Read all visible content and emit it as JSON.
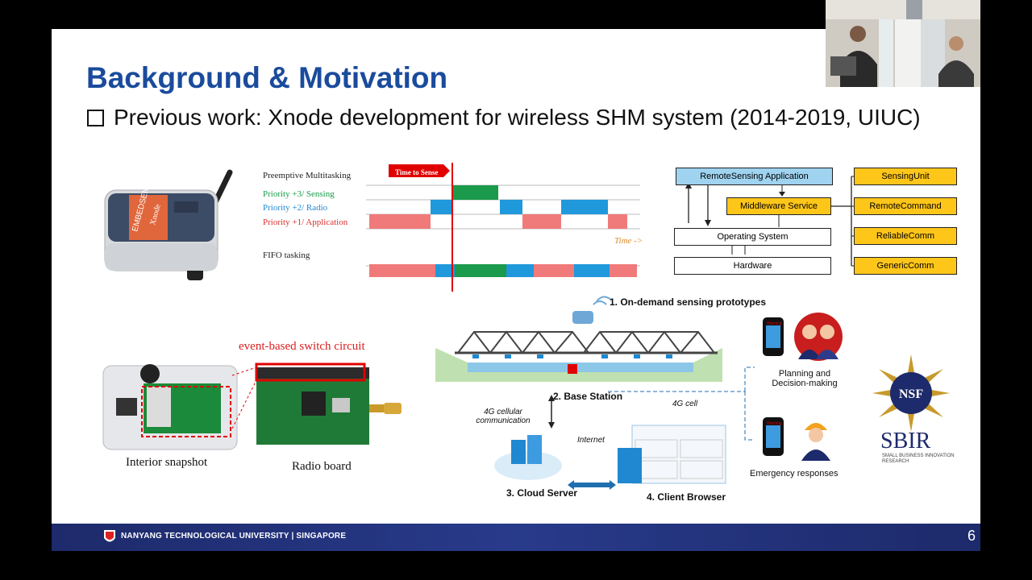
{
  "slide": {
    "title": "Background & Motivation",
    "bullet": "Previous work: Xnode development for wireless SHM system (2014-2019, UIUC)",
    "page_number": "6",
    "footer": "NANYANG TECHNOLOGICAL UNIVERSITY | SINGAPORE"
  },
  "device": {
    "brand_text": "EMBEDSENSE",
    "model_text": "Xnode"
  },
  "timing": {
    "marker": "Time to Sense",
    "rows": [
      {
        "label": "Preemptive Multitasking",
        "color": "#222222"
      },
      {
        "label": "Priority +3/ Sensing",
        "color": "#1a9a4a"
      },
      {
        "label": "Priority +2/ Radio",
        "color": "#1f88d0"
      },
      {
        "label": "Priority +1/ Application",
        "color": "#d93030"
      }
    ],
    "time_label": "Time ->",
    "fifo_label": "FIFO tasking"
  },
  "architecture": {
    "app": "RemoteSensing Application",
    "middleware": "Middleware Service",
    "os": "Operating System",
    "hw": "Hardware",
    "services": [
      "SensingUnit",
      "RemoteCommand",
      "ReliableComm",
      "GenericComm"
    ]
  },
  "hardware": {
    "switch_label": "event-based switch circuit",
    "interior_caption": "Interior snapshot",
    "radio_caption": "Radio board"
  },
  "system": {
    "step1": "1. On-demand sensing prototypes",
    "step2": "2. Base Station",
    "step3": "3. Cloud Server",
    "step4": "4. Client Browser",
    "cellular": "4G cellular communication",
    "cell": "4G cell",
    "internet": "Internet",
    "planning": "Planning and Decision-making",
    "emergency": "Emergency responses",
    "warning": "Warning"
  },
  "sponsor": {
    "nsf": "NSF",
    "sbir": "SBIR",
    "sbir_sub": "SMALL BUSINESS INNOVATION RESEARCH"
  },
  "colors": {
    "title": "#1a4b9c",
    "sensing": "#1a9a4a",
    "radio": "#1f88d0",
    "application": "#f07a7a",
    "arch_app": "#9fd3f0",
    "arch_service": "#ffc61a",
    "footer": "#243580"
  }
}
